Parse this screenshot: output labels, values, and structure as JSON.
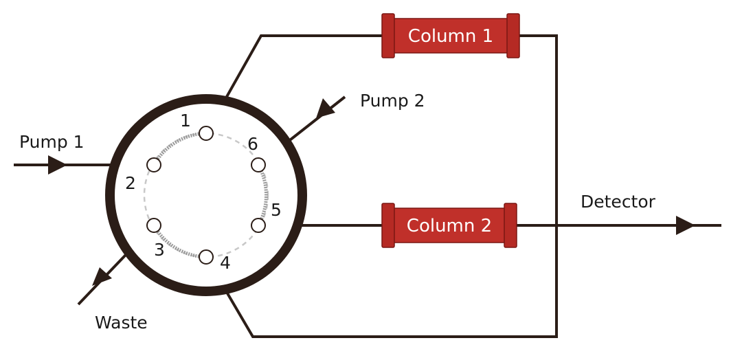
{
  "colors": {
    "line": "#2b1d17",
    "column_body": "#c0302a",
    "column_cap": "#b52a24",
    "column_edge": "#7a1713",
    "column_text": "#ffffff",
    "dashed": "#c8c8c8",
    "solid_path": "#9a9a9a",
    "port_fill": "#ffffff"
  },
  "valve": {
    "ports": [
      {
        "number": "1"
      },
      {
        "number": "2"
      },
      {
        "number": "3"
      },
      {
        "number": "4"
      },
      {
        "number": "5"
      },
      {
        "number": "6"
      }
    ]
  },
  "labels": {
    "pump1": "Pump 1",
    "pump2": "Pump 2",
    "waste": "Waste",
    "detector": "Detector"
  },
  "columns": [
    {
      "label": "Column 1"
    },
    {
      "label": "Column 2"
    }
  ]
}
